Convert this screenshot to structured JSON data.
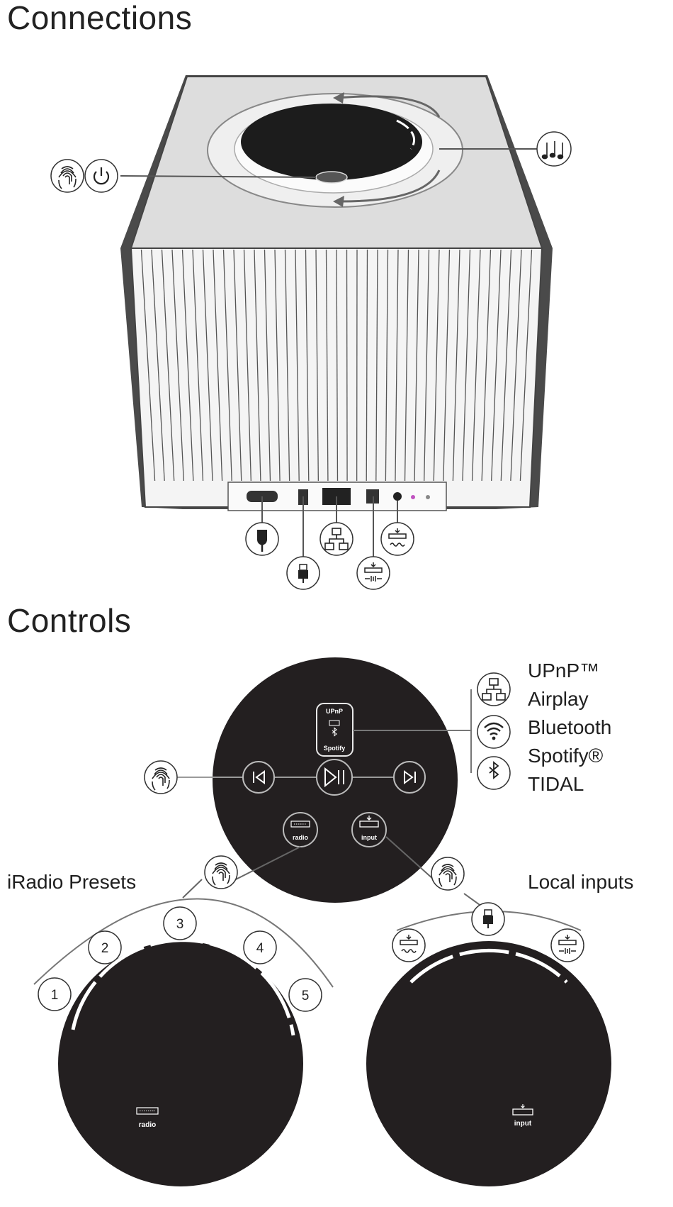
{
  "sections": {
    "connections_title": "Connections",
    "controls_title": "Controls"
  },
  "labels": {
    "iradio_presets": "iRadio Presets",
    "local_inputs": "Local inputs"
  },
  "services": [
    "UPnP™",
    "Airplay",
    "Bluetooth",
    "Spotify®",
    "TIDAL"
  ],
  "top_panel": {
    "source_box": {
      "top_text": "UPnP",
      "bottom_text": "Spotify"
    },
    "radio_button_label": "radio",
    "input_button_label": "input"
  },
  "preset_numbers": [
    "1",
    "2",
    "3",
    "4",
    "5"
  ],
  "dial_labels": {
    "radio": "radio",
    "input": "input"
  },
  "icons": {
    "fingerprint": "fingerprint-icon",
    "power": "power-icon",
    "music": "music-notes-icon",
    "power_plug": "power-cable-icon",
    "usb": "usb-icon",
    "network": "network-icon",
    "optical": "optical-input-icon",
    "analog": "analog-input-icon",
    "wifi": "wifi-icon",
    "bluetooth": "bluetooth-icon",
    "airplay": "airplay-icon"
  },
  "colors": {
    "dark": "#231f20",
    "line": "#6d6d6d",
    "panel": "#e4e4e4"
  }
}
